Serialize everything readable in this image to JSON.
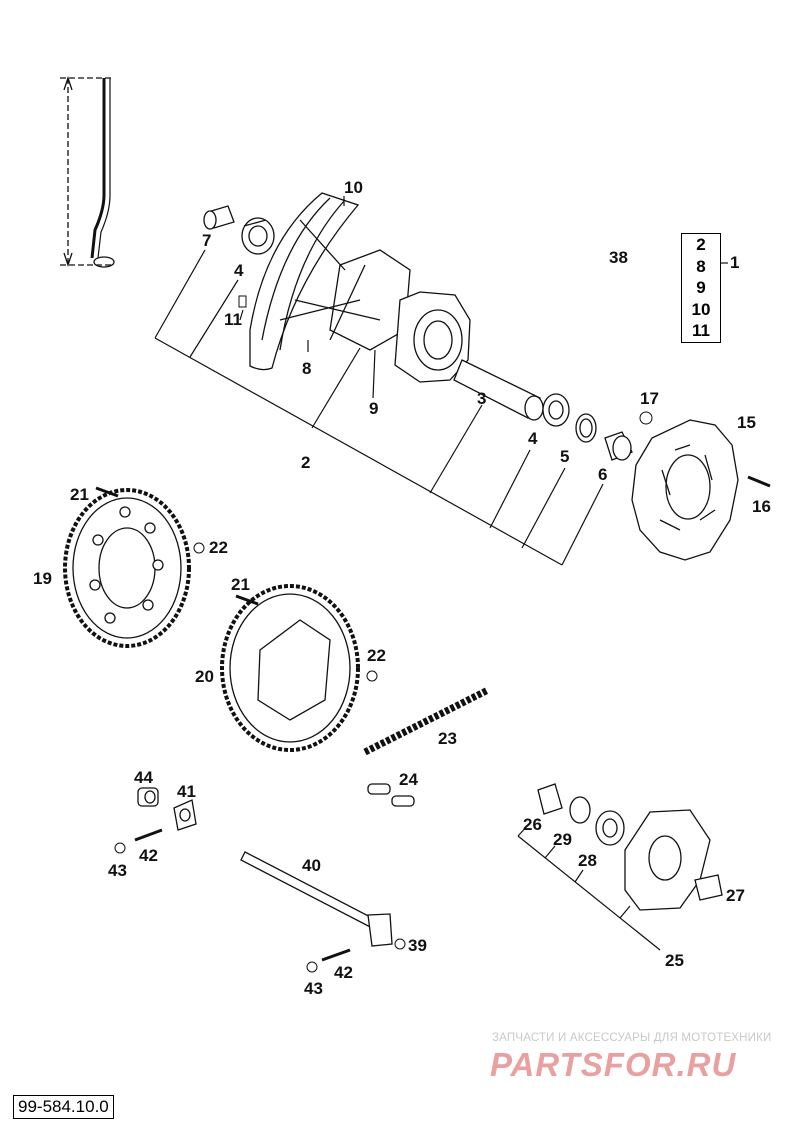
{
  "document_code": "99-584.10.0",
  "watermark": {
    "caption": "ЗАПЧАСТИ И АКСЕССУАРЫ ДЛЯ МОТОТЕХНИКИ",
    "brand": "PARTSFOR.RU"
  },
  "kit_box": {
    "number": "1",
    "items": [
      "2",
      "8",
      "9",
      "10",
      "11"
    ]
  },
  "labels": {
    "p2": "2",
    "p3": "3",
    "p4a": "4",
    "p4b": "4",
    "p5": "5",
    "p6": "6",
    "p7": "7",
    "p8": "8",
    "p9": "9",
    "p10": "10",
    "p11": "11",
    "p15": "15",
    "p16": "16",
    "p17": "17",
    "p19": "19",
    "p20": "20",
    "p21a": "21",
    "p21b": "21",
    "p22a": "22",
    "p22b": "22",
    "p23": "23",
    "p24": "24",
    "p25": "25",
    "p26": "26",
    "p27": "27",
    "p28": "28",
    "p29": "29",
    "p38": "38",
    "p39": "39",
    "p40": "40",
    "p41": "41",
    "p42a": "42",
    "p42b": "42",
    "p43a": "43",
    "p43b": "43",
    "p44": "44"
  },
  "colors": {
    "line": "#111111",
    "watermark_brand": "#e8a0a0",
    "watermark_caption": "#c9c9c9"
  }
}
